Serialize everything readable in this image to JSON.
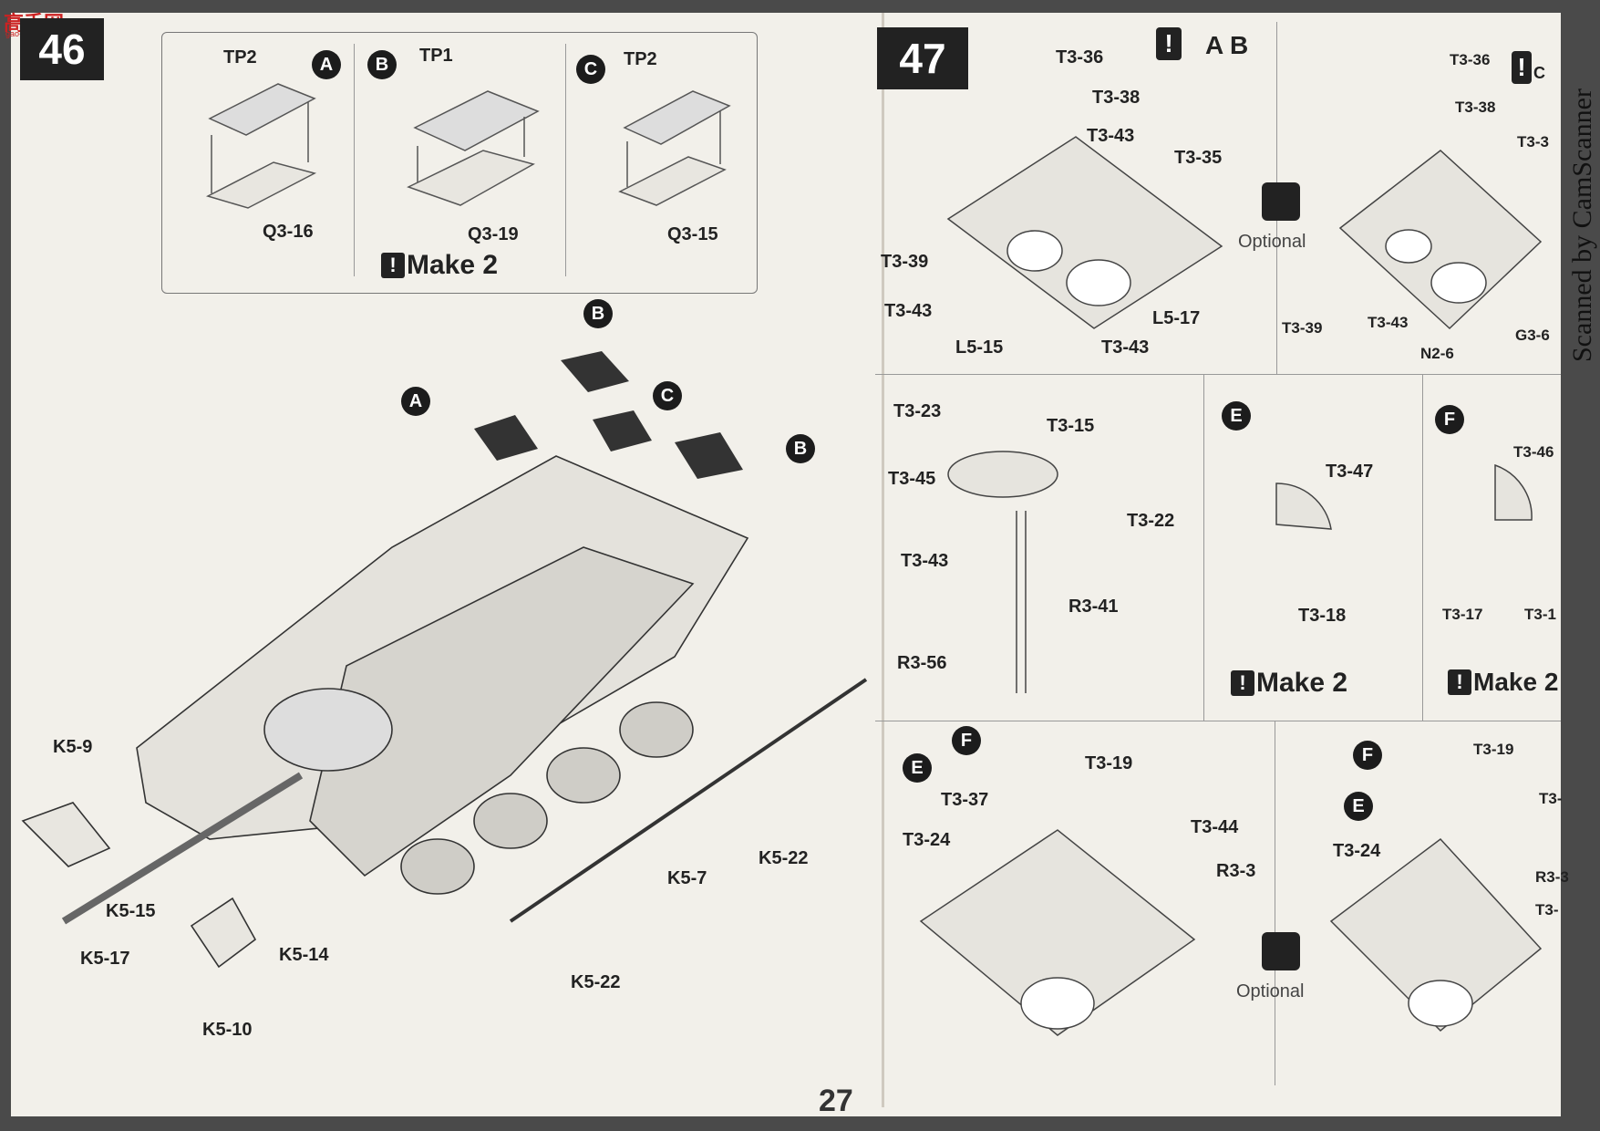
{
  "watermark": {
    "logo": "高手网",
    "logo_sub": "gao-shou.com",
    "scanner": "Scanned by CamScanner"
  },
  "page_number": "27",
  "step46": {
    "number": "46",
    "inset": {
      "a": {
        "marker": "A",
        "mesh": "TP2",
        "tray": "Q3-16"
      },
      "b": {
        "marker": "B",
        "mesh": "TP1",
        "tray": "Q3-19"
      },
      "c": {
        "marker": "C",
        "mesh": "TP2",
        "tray": "Q3-15"
      },
      "make_label": "Make 2"
    },
    "main": {
      "markers": {
        "a": "A",
        "b_top": "B",
        "c": "C",
        "b_right": "B"
      },
      "labels": {
        "k5_9": "K5-9",
        "k5_15": "K5-15",
        "k5_17": "K5-17",
        "k5_14": "K5-14",
        "k5_10": "K5-10",
        "k5_7": "K5-7",
        "k5_22_a": "K5-22",
        "k5_22_b": "K5-22"
      }
    }
  },
  "step47": {
    "number": "47",
    "top_left": {
      "excl_label": "A B",
      "labels": [
        "T3-36",
        "T3-38",
        "T3-43",
        "T3-35",
        "T3-39",
        "T3-43",
        "L5-15",
        "T3-43",
        "L5-17"
      ]
    },
    "optional_top": "Optional",
    "top_right": {
      "excl_label": "C",
      "labels": [
        "T3-36",
        "T3-38",
        "T3-3",
        "T3-39",
        "T3-43",
        "N2-6",
        "G3-6"
      ]
    },
    "mid_left": {
      "labels": [
        "T3-23",
        "T3-15",
        "T3-45",
        "T3-22",
        "T3-43",
        "R3-41",
        "R3-56"
      ]
    },
    "mid_e": {
      "marker": "E",
      "labels": [
        "T3-47",
        "T3-18"
      ],
      "make_label": "Make 2"
    },
    "mid_f": {
      "marker": "F",
      "labels": [
        "T3-46",
        "T3-17",
        "T3-1"
      ],
      "make_label": "Make 2"
    },
    "bottom_left": {
      "marker_f": "F",
      "marker_e": "E",
      "labels": [
        "T3-19",
        "T3-37",
        "T3-44",
        "T3-24",
        "R3-3"
      ]
    },
    "optional_bottom": "Optional",
    "bottom_right": {
      "marker_f": "F",
      "marker_e": "E",
      "labels": [
        "T3-19",
        "T3-24",
        "T3-",
        "R3-3",
        "T3-"
      ]
    }
  }
}
